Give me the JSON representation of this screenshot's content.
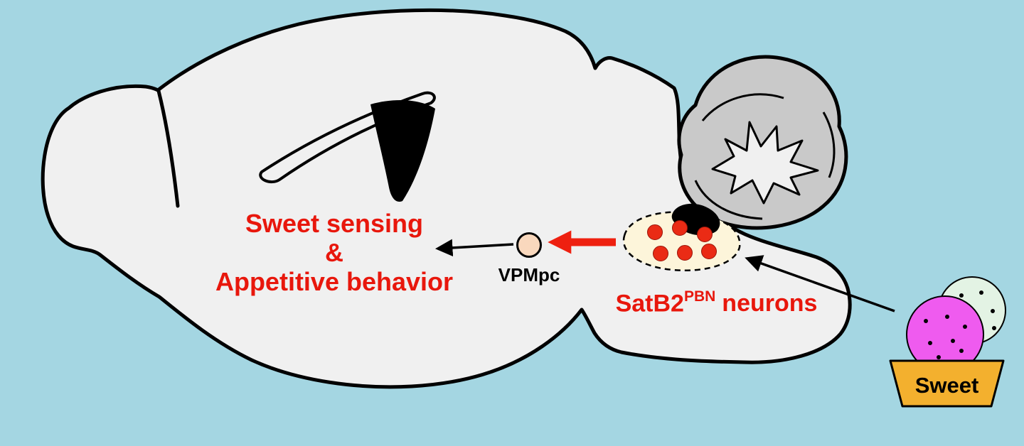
{
  "scene": {
    "type": "brain-circuit-diagram",
    "labels": {
      "outcome": {
        "line1": "Sweet sensing",
        "line2": "&",
        "line3": "Appetitive behavior"
      },
      "vpmpc": "VPMpc",
      "satb2": {
        "gene": "SatB2",
        "sup": "PBN",
        "rest": "neurons"
      },
      "cup": "Sweet",
      "neuron_count": "6"
    },
    "colors": {
      "background": "#a4d6e2",
      "brain": "#f0f0f0",
      "outline": "#000000",
      "cerebellum": "#c9c9c9",
      "cerebellum_inner": "#f0f0f0",
      "pbn_region": "#fdf5da",
      "neuron": "#ea2b15",
      "arrow_red": "#ee2010",
      "text_red": "#e8170c",
      "vpmpc": "#f9d8bd",
      "bowl": "#f3b02e",
      "scoop_pink": "#ef5bef",
      "scoop_green": "#e3f3e4"
    }
  }
}
